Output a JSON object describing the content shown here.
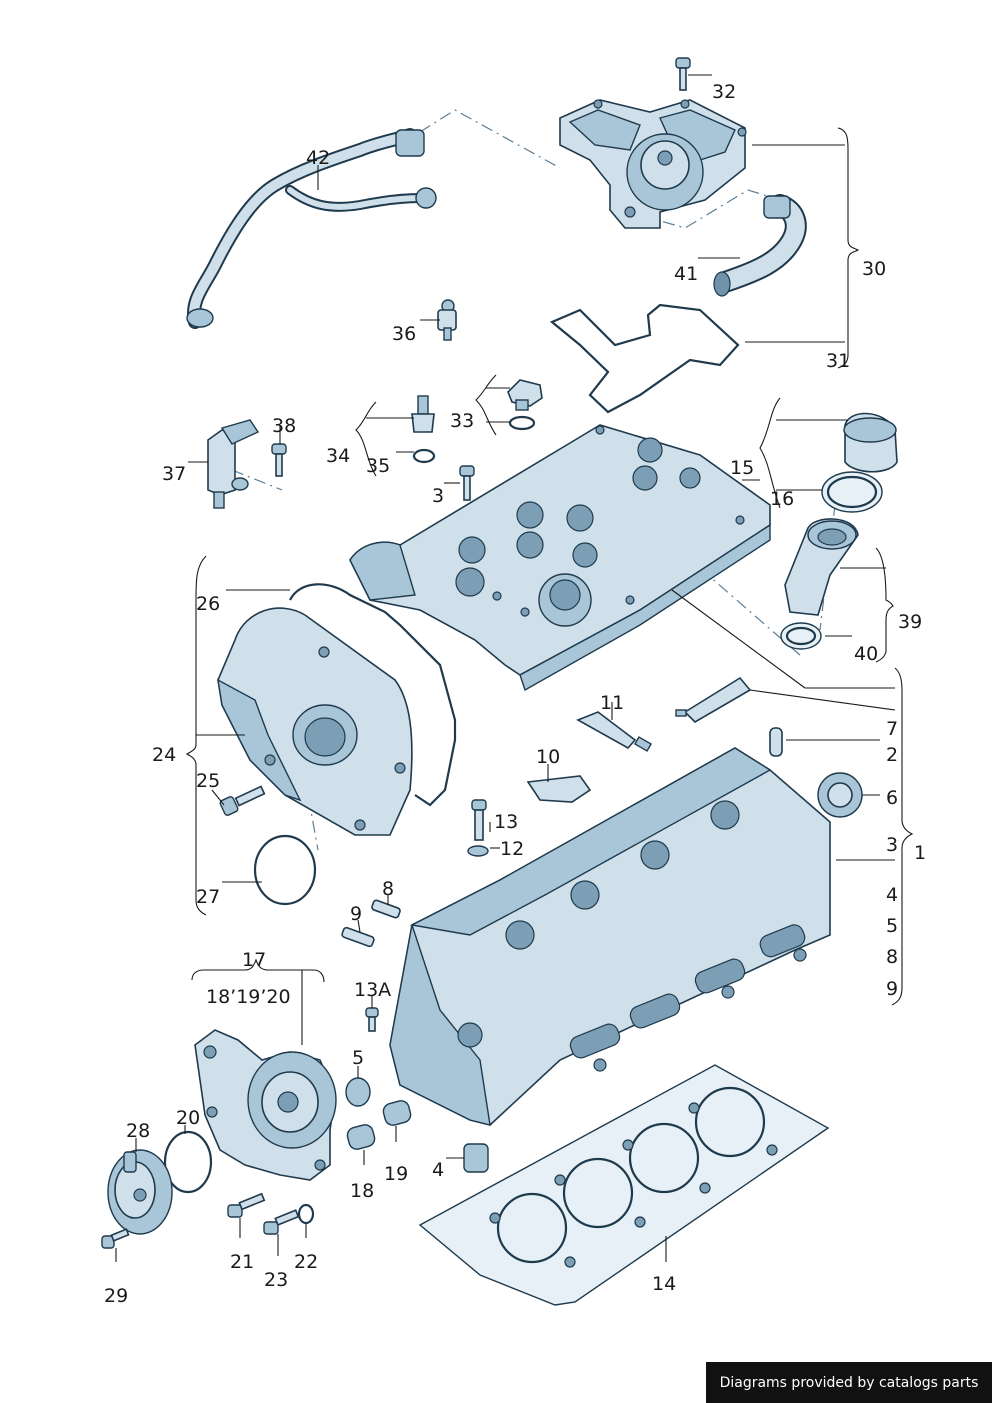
{
  "credit": "Diagrams provided by catalogs parts",
  "labels": {
    "l1": "1",
    "l2": "2",
    "l3a": "3",
    "l3b": "3",
    "l4a": "4",
    "l4b": "4",
    "l5a": "5",
    "l5b": "5",
    "l6": "6",
    "l7": "7",
    "l8a": "8",
    "l8b": "8",
    "l9a": "9",
    "l9b": "9",
    "l10": "10",
    "l11": "11",
    "l12": "12",
    "l13": "13",
    "l13a": "13A",
    "l14": "14",
    "l15": "15",
    "l16": "16",
    "l17": "17",
    "l18": "18",
    "l18_19_20": "18’19’20",
    "l19": "19",
    "l20": "20",
    "l21": "21",
    "l22": "22",
    "l23": "23",
    "l24": "24",
    "l25": "25",
    "l26": "26",
    "l27": "27",
    "l28": "28",
    "l29": "29",
    "l30": "30",
    "l31": "31",
    "l32": "32",
    "l33": "33",
    "l34": "34",
    "l35": "35",
    "l36": "36",
    "l37": "37",
    "l38": "38",
    "l39": "39",
    "l40": "40",
    "l41": "41",
    "l42": "42"
  }
}
